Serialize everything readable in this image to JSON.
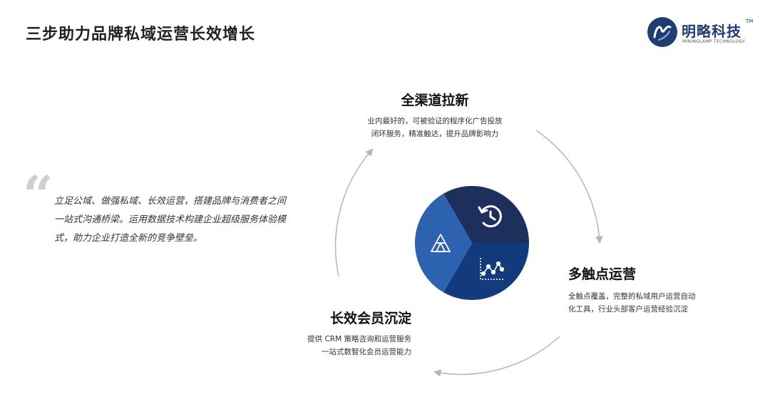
{
  "page": {
    "title": "三步助力品牌私域运营长效增长"
  },
  "logo": {
    "name": "明略科技",
    "tm": "TM",
    "sub": "MININGLAMP TECHNOLOGY",
    "color": "#1f3d73"
  },
  "quote": {
    "mark": "“",
    "text": "立足公域、做强私域、长效运营，搭建品牌与消费者之间一站式沟通桥梁。运用数据技术构建企业超级服务体验模式，助力企业打造全新的竞争壁垒。"
  },
  "steps": [
    {
      "title": "全渠道拉新",
      "lines": [
        "业内最好的，可被验证的程序化广告投放",
        "闭环服务，精准触达，提升品牌影响力"
      ],
      "icon": "clock-refresh-icon",
      "color": "#1d2f5c"
    },
    {
      "title": "多触点运营",
      "lines": [
        "全触点覆盖，完整的私域用户运营自动",
        "化工具，行业头部客户运营经验沉淀"
      ],
      "icon": "scatter-chart-icon",
      "color": "#133a7d"
    },
    {
      "title": "长效会员沉淀",
      "lines": [
        "提供 CRM 策略咨询和运营服务",
        "一站式数智化会员运营能力"
      ],
      "icon": "triangle-layers-icon",
      "color": "#2c62b0"
    }
  ],
  "colors": {
    "arrow": "#b5b5b5",
    "icon": "#ffffff"
  }
}
